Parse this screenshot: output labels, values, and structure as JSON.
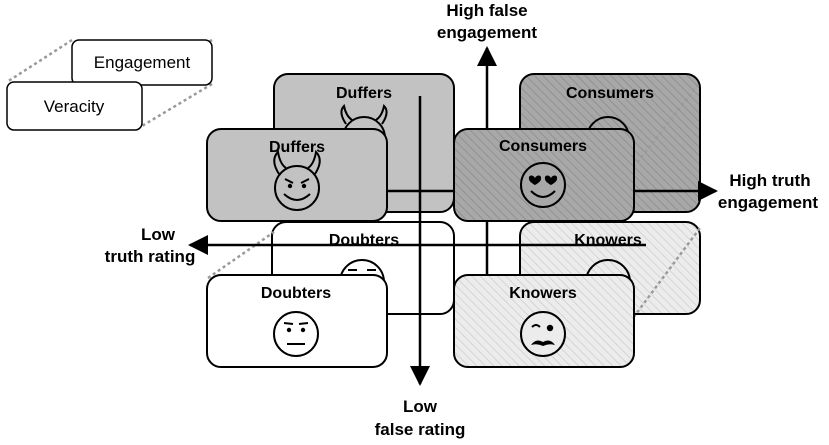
{
  "legend": {
    "back_label": "Engagement",
    "front_label": "Veracity"
  },
  "axes": {
    "top": [
      "High false",
      "engagement"
    ],
    "bottom": [
      "Low",
      "false rating"
    ],
    "left": [
      "Low",
      "truth rating"
    ],
    "right": [
      "High truth",
      "engagement"
    ]
  },
  "quadrants": {
    "duffers": {
      "label": "Duffers",
      "icon": "devil-smile-icon"
    },
    "consumers": {
      "label": "Consumers",
      "icon": "heart-eyes-icon"
    },
    "doubters": {
      "label": "Doubters",
      "icon": "skeptical-face-icon"
    },
    "knowers": {
      "label": "Knowers",
      "icon": "wink-mustache-icon"
    }
  },
  "colors": {
    "duffers_fill": "#c2c2c2",
    "consumers_fill": "#a8a8a8",
    "doubters_fill": "#ffffff",
    "knowers_fill": "#e6e6e6",
    "stroke": "#000000",
    "connector": "#999999"
  }
}
